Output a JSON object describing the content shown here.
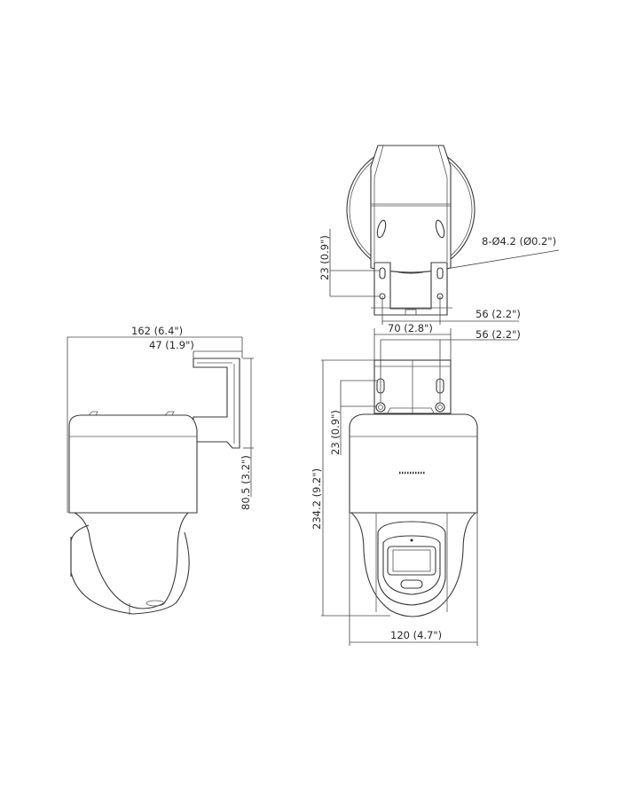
{
  "drawing": {
    "title": "PTZ camera dimensional drawing",
    "units": "mm (inch)",
    "views": {
      "top_view": {
        "labels": {
          "hole_spec": "8-Ø4.2 (Ø0.2\")",
          "vertical_hole_spacing": "23 (0.9\")",
          "bracket_width": "56 (2.2\")"
        }
      },
      "side_view": {
        "labels": {
          "total_depth": "162 (6.4\")",
          "bracket_depth": "47 (1.9\")",
          "bracket_height": "80.5 (3.2\")"
        }
      },
      "front_view": {
        "labels": {
          "bracket_outer_width": "70 (2.8\")",
          "bracket_hole_width": "56 (2.2\")",
          "vertical_hole_spacing": "23 (0.9\")",
          "total_height": "234.2 (9.2\")",
          "body_width": "120 (4.7\")"
        }
      }
    }
  }
}
